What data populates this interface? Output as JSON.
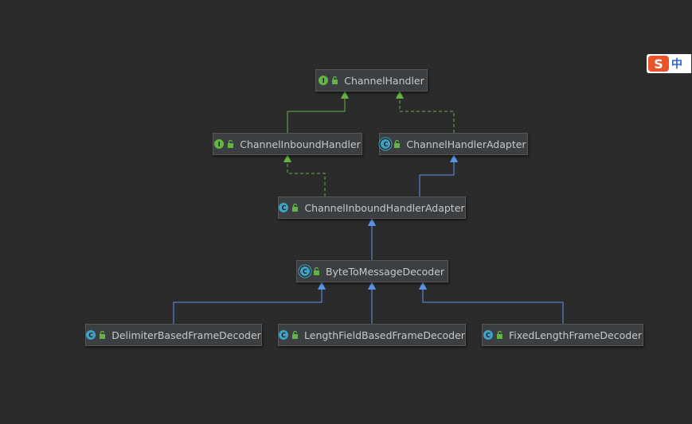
{
  "diagram": {
    "nodes": [
      {
        "id": "channel-handler",
        "label": "ChannelHandler",
        "kind": "interface",
        "badge": "I"
      },
      {
        "id": "channel-inbound-handler",
        "label": "ChannelInboundHandler",
        "kind": "interface",
        "badge": "I"
      },
      {
        "id": "channel-handler-adapter",
        "label": "ChannelHandlerAdapter",
        "kind": "abstract",
        "badge": "C"
      },
      {
        "id": "channel-inbound-handler-adapter",
        "label": "ChannelInboundHandlerAdapter",
        "kind": "class",
        "badge": "C"
      },
      {
        "id": "byte-to-message-decoder",
        "label": "ByteToMessageDecoder",
        "kind": "abstract",
        "badge": "C"
      },
      {
        "id": "delimiter-based-frame-decoder",
        "label": "DelimiterBasedFrameDecoder",
        "kind": "class",
        "badge": "C"
      },
      {
        "id": "length-field-based-frame-decoder",
        "label": "LengthFieldBasedFrameDecoder",
        "kind": "class",
        "badge": "C"
      },
      {
        "id": "fixed-length-frame-decoder",
        "label": "FixedLengthFrameDecoder",
        "kind": "class",
        "badge": "C"
      }
    ],
    "edges": [
      {
        "from": "channel-inbound-handler",
        "to": "channel-handler",
        "type": "extends-interface"
      },
      {
        "from": "channel-handler-adapter",
        "to": "channel-handler",
        "type": "implements"
      },
      {
        "from": "channel-inbound-handler-adapter",
        "to": "channel-inbound-handler",
        "type": "implements"
      },
      {
        "from": "channel-inbound-handler-adapter",
        "to": "channel-handler-adapter",
        "type": "extends-class"
      },
      {
        "from": "byte-to-message-decoder",
        "to": "channel-inbound-handler-adapter",
        "type": "extends-class"
      },
      {
        "from": "delimiter-based-frame-decoder",
        "to": "byte-to-message-decoder",
        "type": "extends-class"
      },
      {
        "from": "length-field-based-frame-decoder",
        "to": "byte-to-message-decoder",
        "type": "extends-class"
      },
      {
        "from": "fixed-length-frame-decoder",
        "to": "byte-to-message-decoder",
        "type": "extends-class"
      }
    ],
    "colors": {
      "background": "#2b2b2b",
      "node_fill": "#3c3f41",
      "interface_edge": "#62b543",
      "class_edge": "#5994e8",
      "interface_badge": "#62b543",
      "class_badge": "#40a3c6"
    }
  },
  "ime": {
    "logo": "S",
    "mode": "中"
  }
}
